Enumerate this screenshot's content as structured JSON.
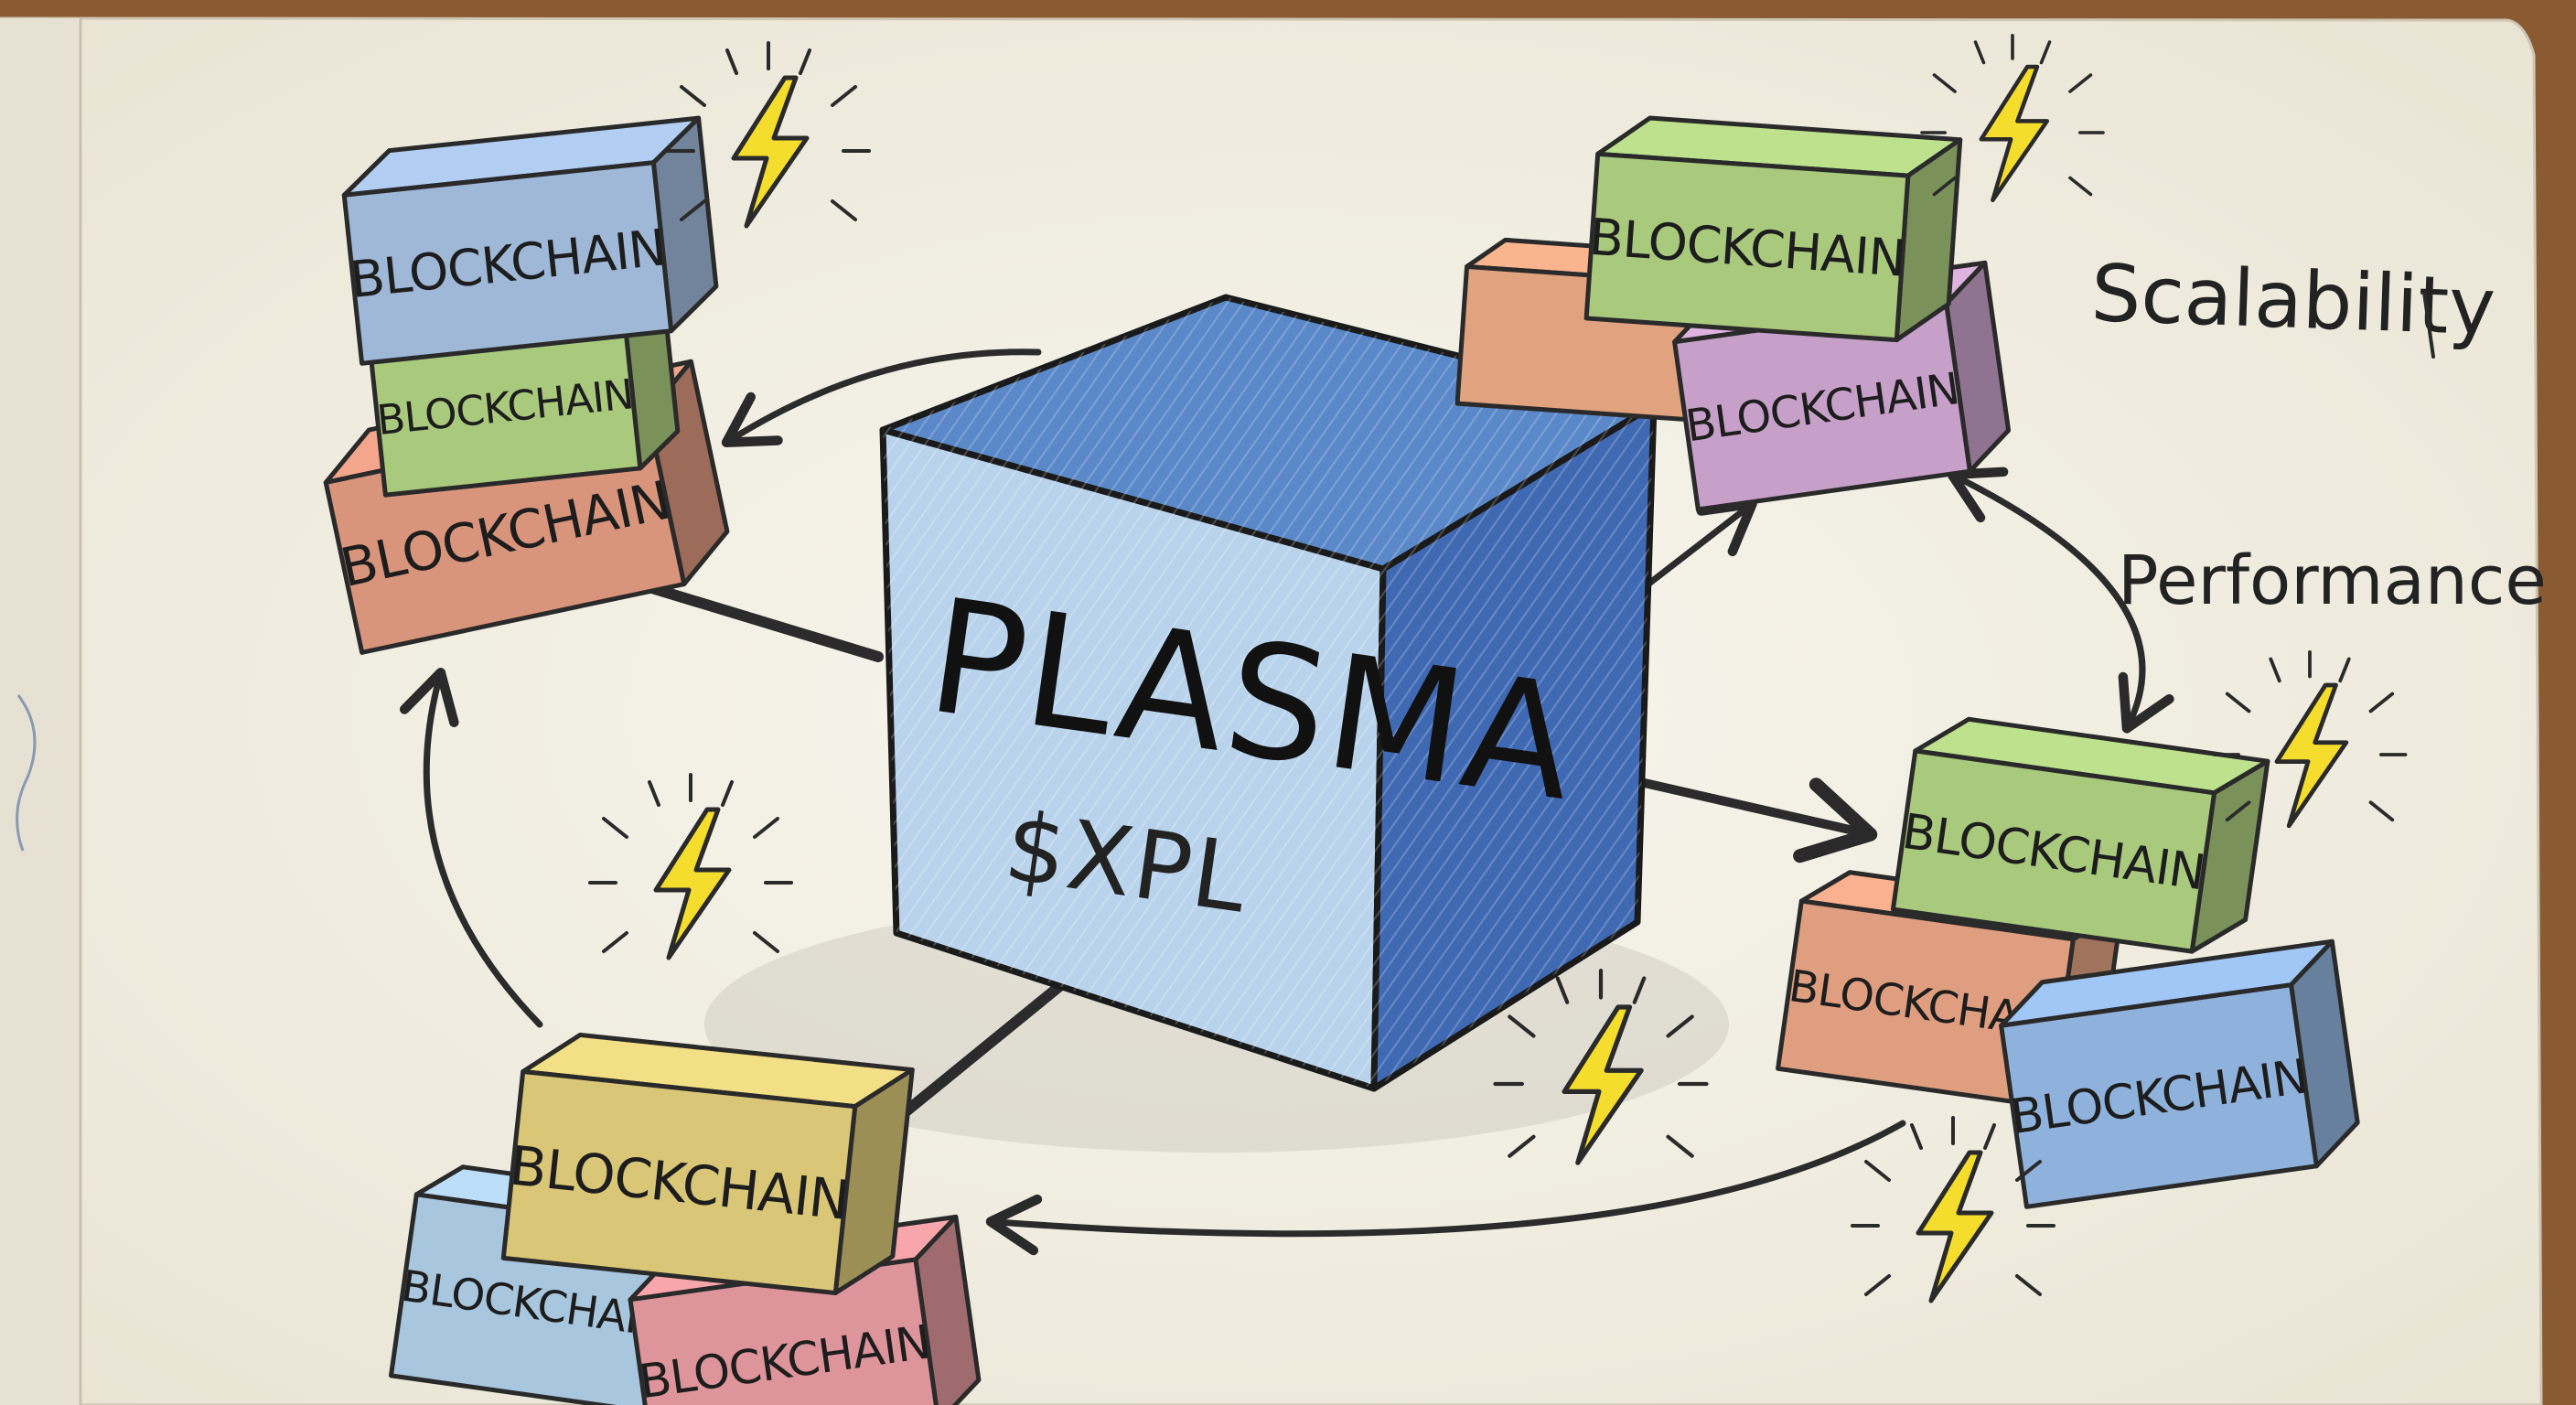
{
  "central_cube": {
    "title": "PLASMA",
    "subtitle": "$XPL",
    "colors": {
      "front": "#b9d3ec",
      "top": "#5a88c8",
      "side": "#3f69b3"
    }
  },
  "annotations": {
    "scalability": "Scalability",
    "performance": "Performance"
  },
  "block_label": "BLOCKCHAIN",
  "clusters": [
    {
      "id": "top-left",
      "blocks": [
        {
          "label": "BLOCKCHAIN",
          "color": "#9fb8d8"
        },
        {
          "label": "BLOCKCHAIN",
          "color": "#a9c97d"
        },
        {
          "label": "BLOCKCHAIN",
          "color": "#d9947c"
        }
      ]
    },
    {
      "id": "top-right",
      "blocks": [
        {
          "label": "BLOCKCHAIN",
          "color": "#a9c97d"
        },
        {
          "label": "",
          "color": "#e0a27f"
        },
        {
          "label": "BLOCKCHAIN",
          "color": "#c6a0c8"
        }
      ]
    },
    {
      "id": "right",
      "blocks": [
        {
          "label": "BLOCKCHAIN",
          "color": "#a9c97d"
        },
        {
          "label": "BLOCKCHAIN",
          "color": "#df9e80"
        },
        {
          "label": "BLOCKCHAIN",
          "color": "#8fb2dc"
        }
      ]
    },
    {
      "id": "bottom-left",
      "blocks": [
        {
          "label": "BLOCKCHAIN",
          "color": "#d9c777"
        },
        {
          "label": "BLOCKCHAIN",
          "color": "#a8c6de"
        },
        {
          "label": "BLOCKCHAIN",
          "color": "#dd949a"
        }
      ]
    }
  ],
  "colors": {
    "paper": "#f3f0e6",
    "wood": "#8a5a33",
    "ink": "#2a2a2a",
    "lightning": "#f5dd2d"
  }
}
